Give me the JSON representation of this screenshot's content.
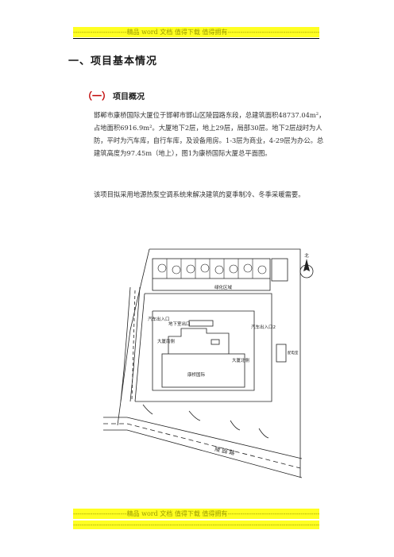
{
  "header": {
    "banner": "-------------------------精品 word 文档  值得下载  值得拥有----------------------------------------------"
  },
  "section": {
    "title": "一、项目基本情况",
    "subsection_num": "（一）",
    "subsection_title": "项目概况"
  },
  "body": {
    "para1": "邯郸市康桥国际大厦位于邯郸市邯山区陵园路东段，总建筑面积48737.04m²，占地面积6916.9m²。大厦地下2层，地上29层，局部30层。地下2层战时为人防，平时为汽车库，自行车库，及设备用房。1-3层为商业，4-29层为办公。总建筑高度为97.45m（地上），图1为康桥国际大厦总平面图。",
    "para2": "该项目拟采用地源热泵空调系统来解决建筑的夏季制冷、冬季采暖需要。"
  },
  "figure": {
    "north_label": "北",
    "labels": {
      "garden": "绿化区域",
      "left_building": "大厦南侧",
      "center_building": "康桥国际",
      "right_building": "大厦北侧",
      "top_label": "地下室出口",
      "right_small": "配电室",
      "left_entry": "汽车出入口",
      "right_entry": "汽车出入口2",
      "road": "陵  园  路"
    }
  },
  "footer": {
    "banner": "-------------------------精品 word 文档  值得下载  值得拥有----------------------------------------------",
    "banner2": "-----------------------------------------------------------------------------------------------------------------------------"
  }
}
